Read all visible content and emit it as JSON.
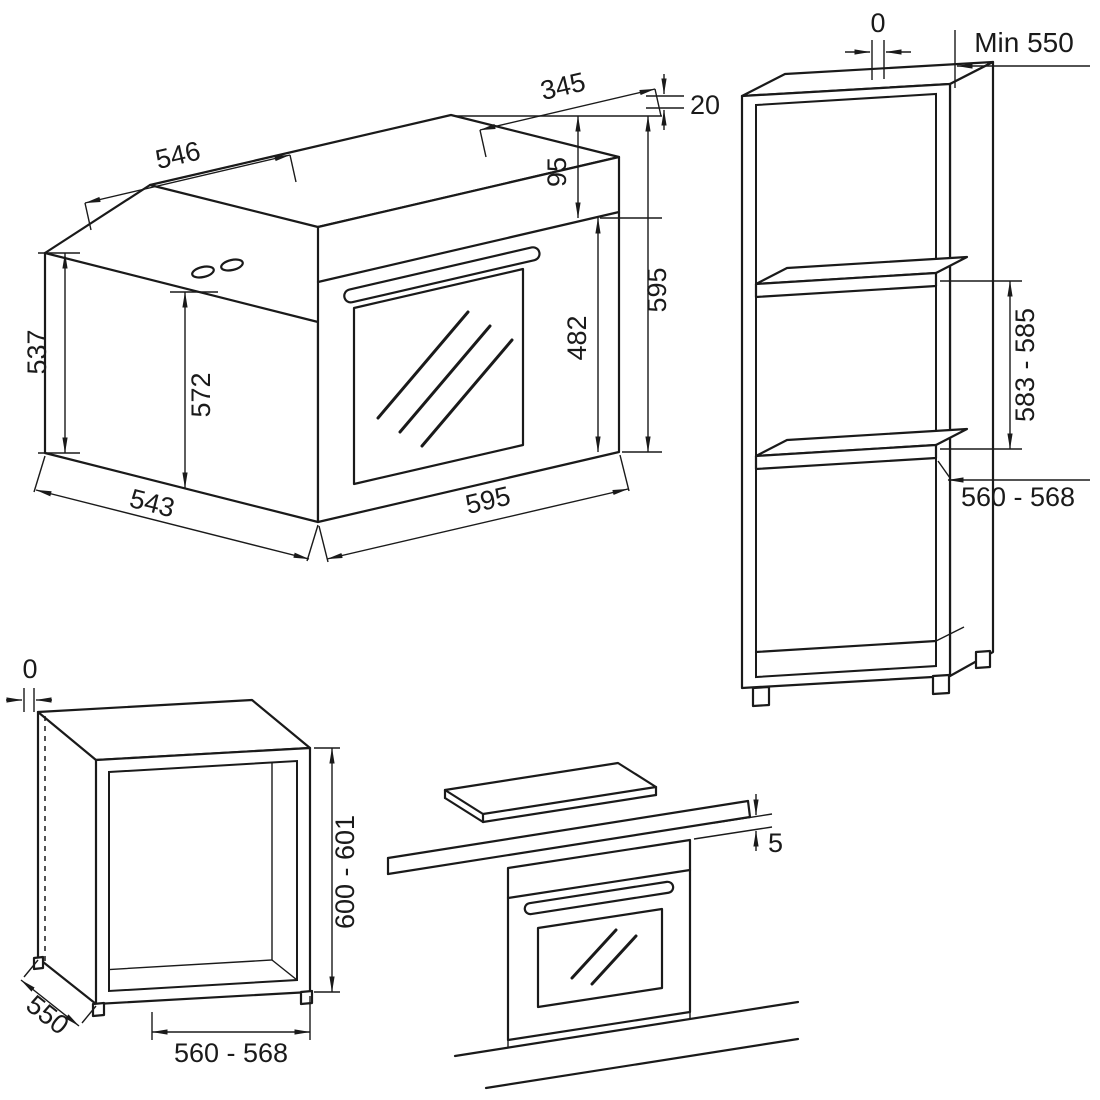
{
  "style": {
    "line_color": "#1a1a1a",
    "background": "#ffffff"
  },
  "views": {
    "oven": {
      "dims": {
        "top_width": "546",
        "top_depth": "345",
        "trim": "20",
        "panel_height": "95",
        "door_height": "482",
        "total_height": "595",
        "side_height": "537",
        "inner_height": "572",
        "bottom_depth": "543",
        "bottom_width": "595"
      }
    },
    "tall_cabinet": {
      "dims": {
        "back_gap": "0",
        "min_depth": "Min 550",
        "niche_height": "583 - 585",
        "niche_width": "560 - 568"
      }
    },
    "base_cabinet": {
      "dims": {
        "back_gap": "0",
        "height": "600 - 601",
        "depth": "550",
        "width": "560 - 568"
      }
    },
    "worktop": {
      "dims": {
        "clearance": "5"
      }
    }
  }
}
